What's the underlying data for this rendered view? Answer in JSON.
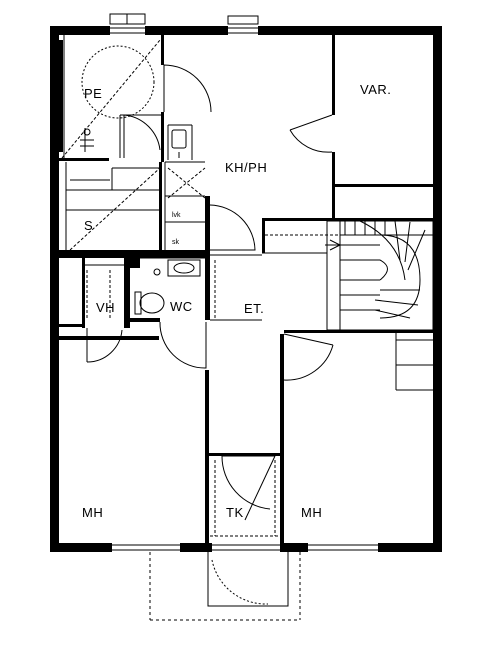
{
  "colors": {
    "wall": "#000000",
    "line": "#000000",
    "background": "#ffffff"
  },
  "rooms": {
    "pe": "PE",
    "var": "VAR.",
    "kh_ph": "KH/PH",
    "s": "S",
    "vh": "VH",
    "wc": "WC",
    "et": "ET.",
    "mh_left": "MH",
    "mh_right": "MH",
    "tk": "TK"
  },
  "fixtures": {
    "kitchen_ivk": "lvk",
    "kitchen_sk": "sk"
  }
}
